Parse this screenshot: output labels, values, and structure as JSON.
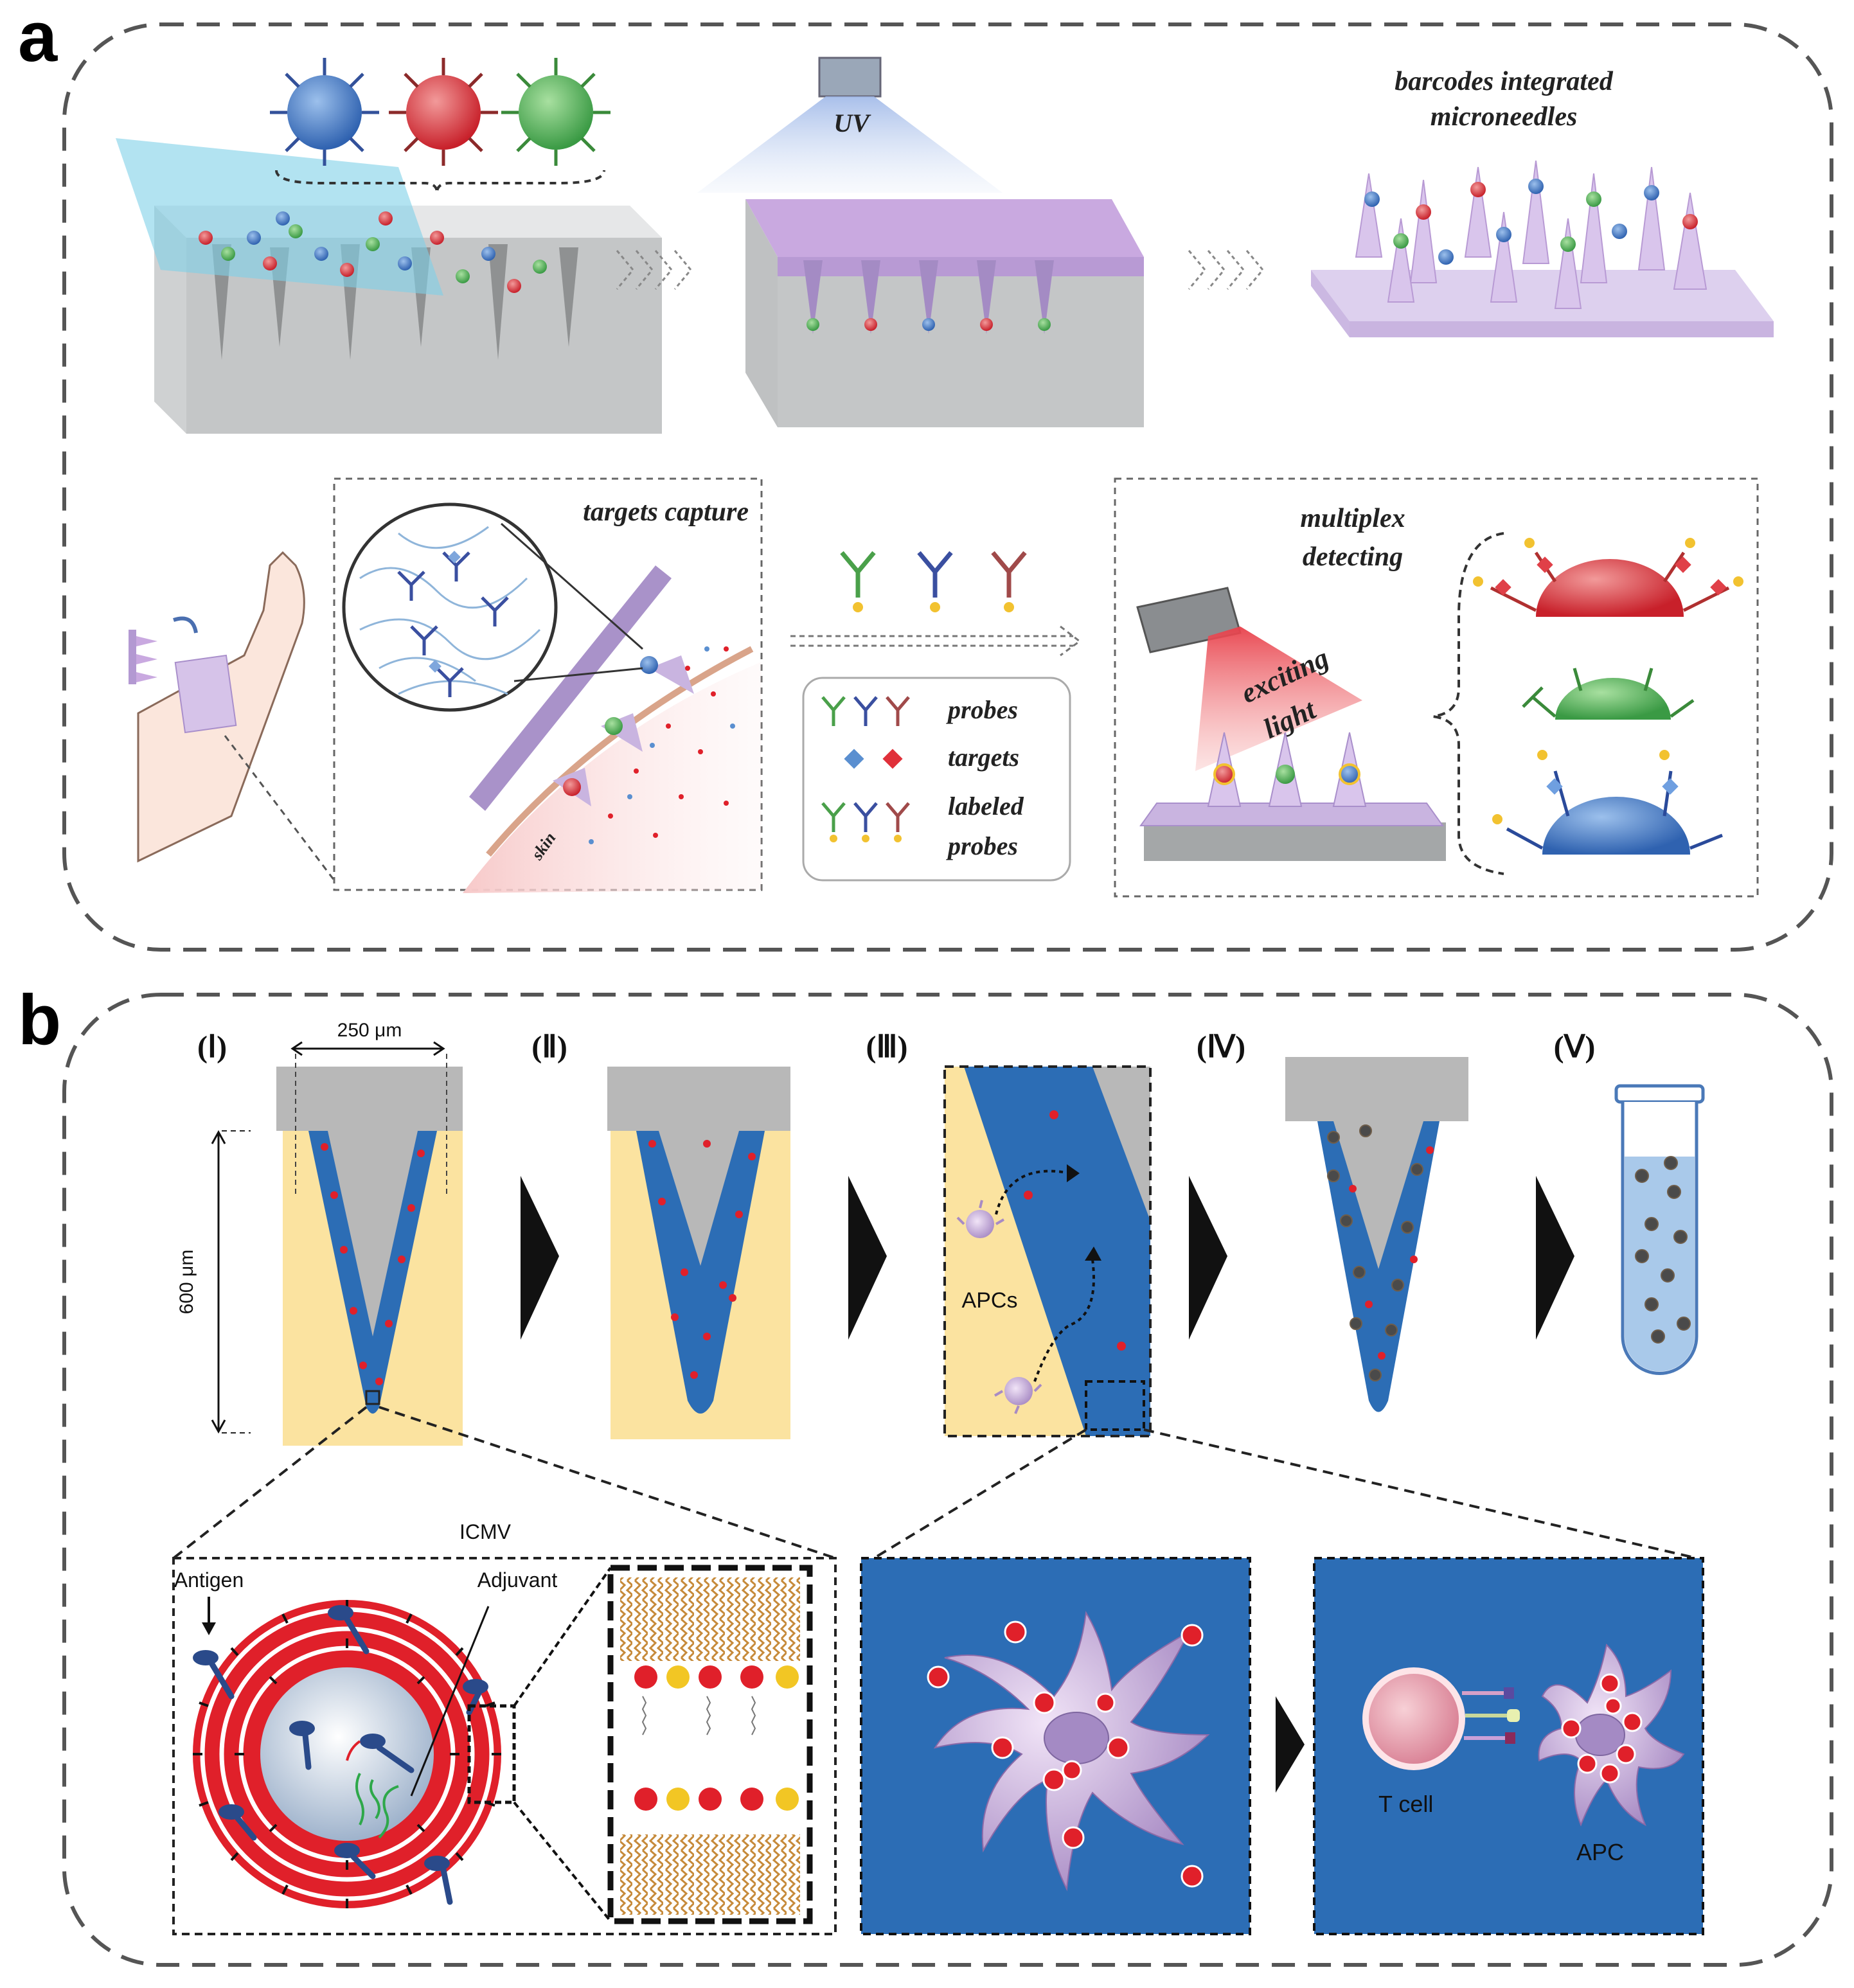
{
  "panels": {
    "a": {
      "letter": "a",
      "labels": {
        "barcodes_line1": "barcodes integrated",
        "barcodes_line2": "microneedles",
        "uv": "UV",
        "targets_capture": "targets capture",
        "skin": "skin",
        "multiplex_line1": "multiplex",
        "multiplex_line2": "detecting",
        "exciting_line1": "exciting",
        "exciting_line2": "light",
        "legend_probes": "probes",
        "legend_targets": "targets",
        "legend_labeled_line1": "labeled",
        "legend_labeled_line2": "probes"
      },
      "colors": {
        "red": "#d9363e",
        "green": "#4caf50",
        "blue": "#3f6fb5",
        "lavender": "#c9a9e0",
        "gray": "#c9cbcc"
      }
    },
    "b": {
      "letter": "b",
      "steps": [
        "(Ⅰ)",
        "(Ⅱ)",
        "(Ⅲ)",
        "(Ⅳ)",
        "(Ⅴ)"
      ],
      "labels": {
        "width": "250 μm",
        "height": "600 μm",
        "apcs": "APCs",
        "icmv": "ICMV",
        "antigen": "Antigen",
        "adjuvant": "Adjuvant",
        "tcell": "T cell",
        "apc": "APC"
      },
      "colors": {
        "needle_blue": "#2c6db5",
        "skin_yellow": "#fbe3a0",
        "cap_gray": "#b8b8b8",
        "dot_red": "#e0202a"
      }
    }
  }
}
